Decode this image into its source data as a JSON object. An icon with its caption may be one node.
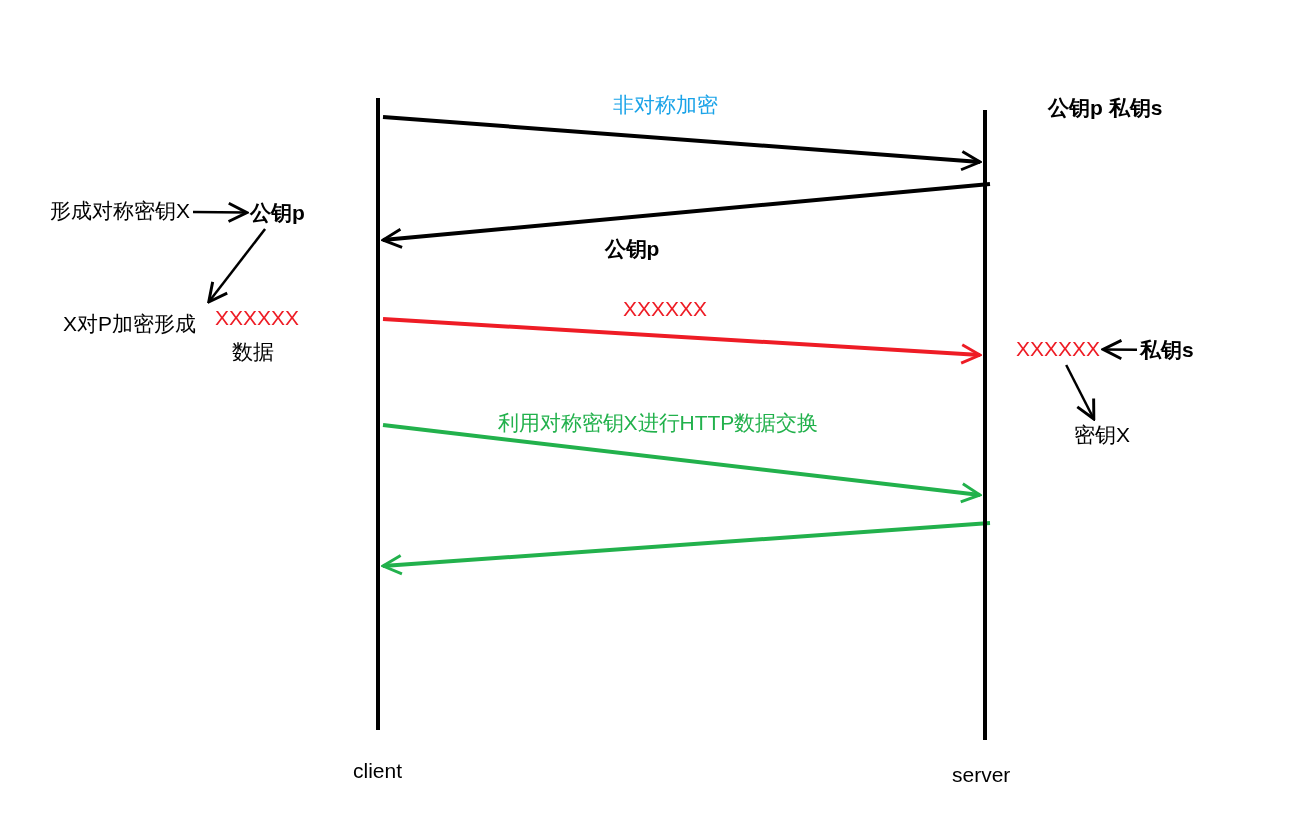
{
  "diagram": {
    "nodes": [
      {
        "text": [
          "client"
        ]
      },
      {
        "text": [
          "server"
        ]
      },
      {
        "text": [
          "形成对称密钥X"
        ]
      },
      {
        "text": [
          "公钥p"
        ]
      },
      {
        "text": [
          "XXXXXX"
        ],
        "beside": [
          "X对P加密形成",
          "数据"
        ]
      },
      {
        "text": [
          "XXXXXX"
        ]
      },
      {
        "text": [
          "私钥s"
        ]
      },
      {
        "text": [
          "密钥X"
        ]
      }
    ],
    "edges": [
      {
        "from": 0,
        "to": 1,
        "arrow": "to",
        "label": "非对称加密"
      },
      {
        "from": 1,
        "to": 0,
        "arrow": "to",
        "label": "公钥p"
      },
      {
        "from": 0,
        "to": 1,
        "arrow": "to",
        "label": "XXXXXX",
        "color": "#ee1c25"
      },
      {
        "from": 0,
        "to": 1,
        "arrow": "to",
        "label": "利用对称密钥X进行HTTP数据交换",
        "color": "#22b14c"
      },
      {
        "from": 1,
        "to": 0,
        "arrow": "to",
        "color": "#22b14c"
      },
      {
        "from": 2,
        "to": 3,
        "arrow": "to"
      },
      {
        "from": 3,
        "to": 4,
        "arrow": "to"
      },
      {
        "from": 6,
        "to": 5,
        "arrow": "to"
      },
      {
        "from": 5,
        "to": 7,
        "arrow": "to"
      }
    ],
    "labels": [
      "公钥p 私钥s"
    ]
  }
}
